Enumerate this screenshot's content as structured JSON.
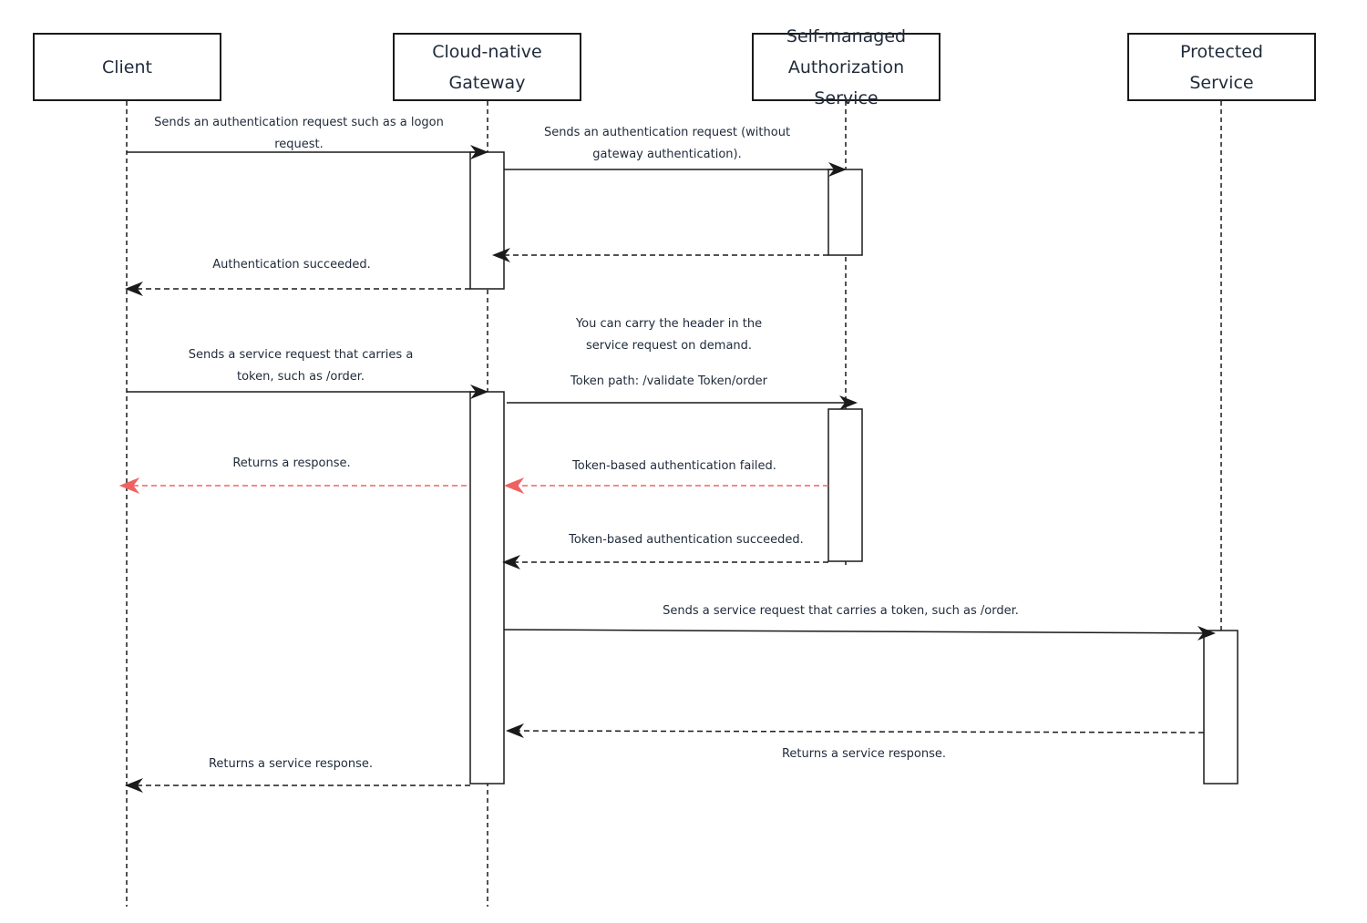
{
  "participants": {
    "client": [
      "Client"
    ],
    "gateway": [
      "Cloud-native",
      "Gateway"
    ],
    "auth": [
      "Self-managed",
      "Authorization Service"
    ],
    "protected": [
      "Protected",
      "Service"
    ]
  },
  "messages": {
    "m1": [
      "Sends an authentication request such as a logon",
      "request."
    ],
    "m2": [
      "Sends an authentication request (without",
      "gateway authentication)."
    ],
    "m3": [
      "Authentication succeeded."
    ],
    "m4": [
      "Sends a service request that carries a",
      "token, such as /order."
    ],
    "m5": [
      "You can carry the header in the",
      "service request on demand."
    ],
    "m5b": [
      "Token path: /validate Token/order"
    ],
    "m6": [
      "Returns a response."
    ],
    "m7": [
      "Token-based authentication failed."
    ],
    "m8": [
      "Token-based authentication succeeded."
    ],
    "m9": [
      "Sends a service request that carries a token, such as /order."
    ],
    "m10": [
      "Returns a service response."
    ],
    "m11": [
      "Returns a service response."
    ]
  },
  "colors": {
    "line": "#1a1a1a",
    "failure": "#f06262",
    "text": "#1f2a3a"
  }
}
